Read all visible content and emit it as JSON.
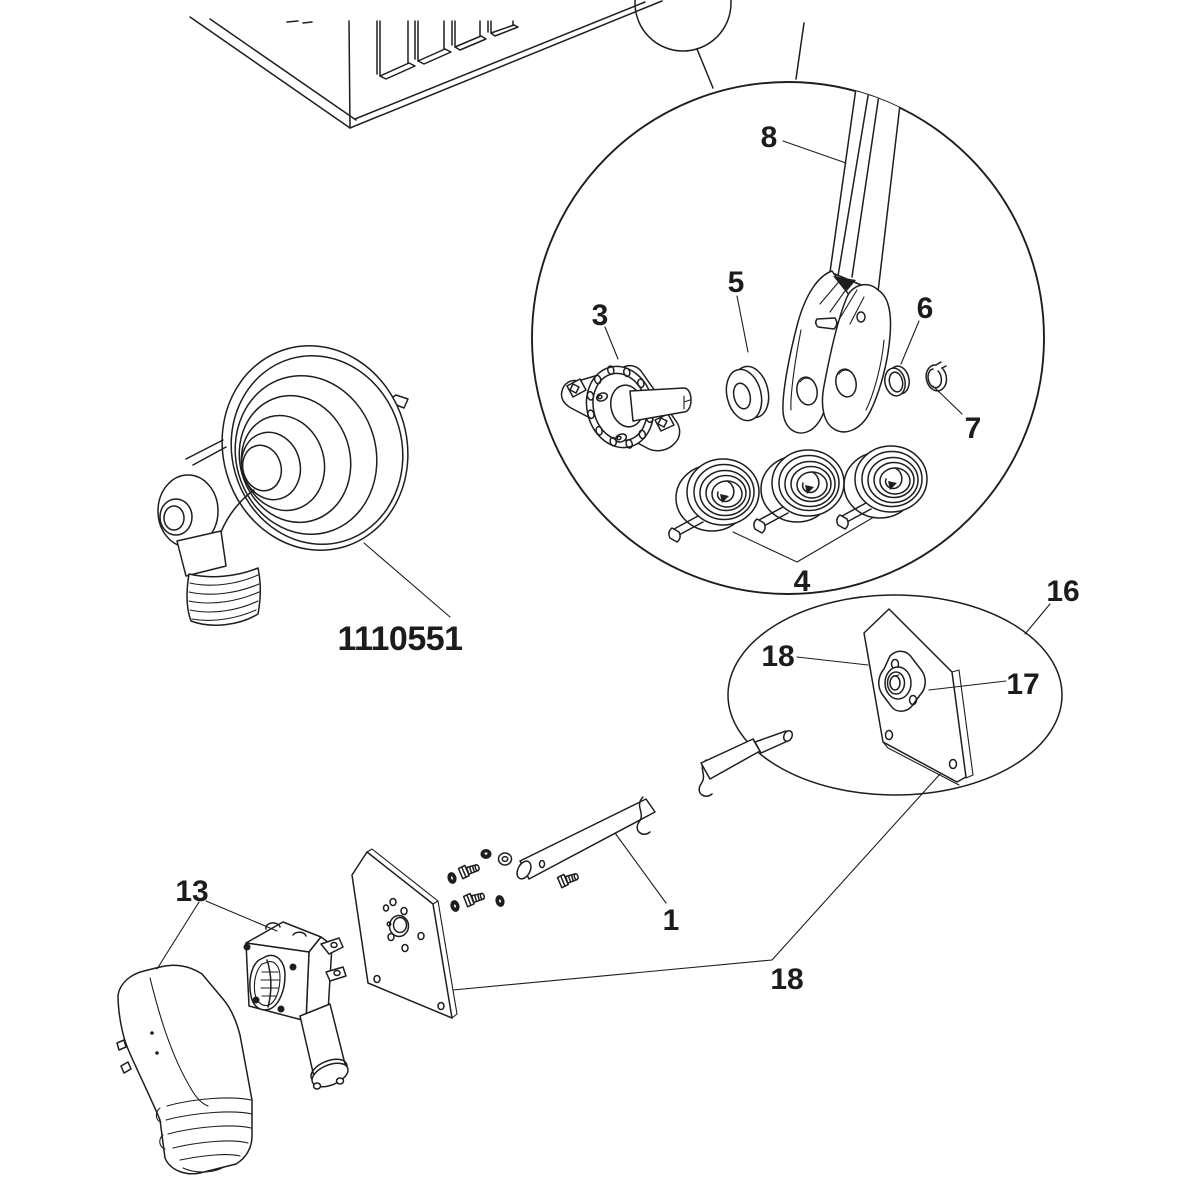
{
  "diagram": {
    "background_color": "#ffffff",
    "line_color": "#1e1e1e",
    "highlighted_part": {
      "number": "1110551",
      "color": "#c11d1e"
    },
    "callouts": {
      "c1": "1",
      "c3": "3",
      "c4": "4",
      "c5": "5",
      "c6": "6",
      "c7": "7",
      "c8": "8",
      "c13": "13",
      "c16": "16",
      "c17": "17",
      "c18a": "18",
      "c18b": "18"
    }
  }
}
